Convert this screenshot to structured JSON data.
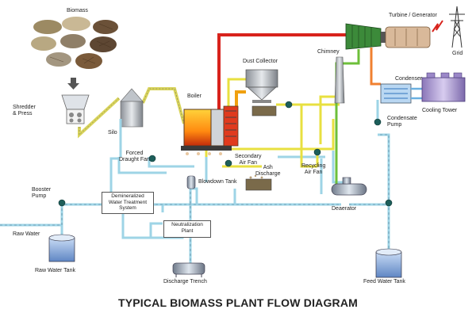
{
  "title": "TYPICAL BIOMASS PLANT FLOW DIAGRAM",
  "labels": {
    "biomass": "Biomass",
    "shredder_press": "Shredder\n& Press",
    "silo": "Silo",
    "boiler": "Boiler",
    "dust_collector": "Dust Collector",
    "chimney": "Chimney",
    "turbine_generator": "Turbine / Generator",
    "grid": "Grid",
    "condenser": "Condenser",
    "cooling_tower": "Cooling Tower",
    "condensate_pump": "Condensate\nPump",
    "forced_draught_fan": "Forced\nDraught Fan",
    "secondary_air_fan": "Secondary\nAir Fan",
    "ash_discharge": "Ash\nDischarge",
    "recycling_air_fan": "Recycling\nAir Fan",
    "booster_pump": "Booster\nPump",
    "demin_system": "Demineralized\nWater Treatment\nSystem",
    "blowdown_tank": "Blowdown\nTank",
    "neutralization_plant": "Neutralization\nPlant",
    "deaerator": "Deaerator",
    "raw_water": "Raw Water",
    "raw_water_tank": "Raw Water Tank",
    "discharge_trench": "Discharge Trench",
    "feed_water_tank": "Feed Water Tank"
  },
  "colors": {
    "steam": "#d8231c",
    "hot_gas": "#f0a010",
    "flue_gas": "#e8e040",
    "water": "#9ed4e6",
    "fuel": "#d9d45a",
    "condensate": "#f08030"
  }
}
